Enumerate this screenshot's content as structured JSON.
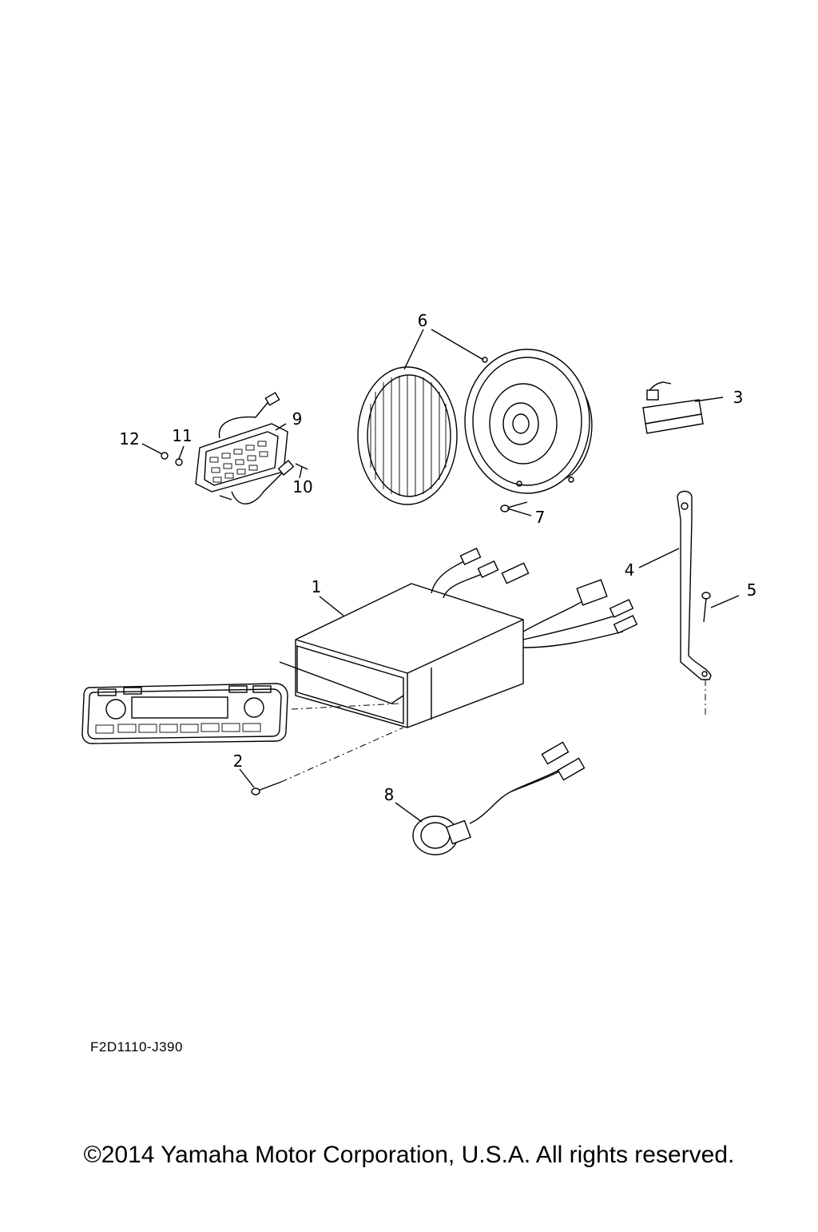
{
  "diagram": {
    "callouts": [
      {
        "id": "1",
        "label": "1"
      },
      {
        "id": "2",
        "label": "2"
      },
      {
        "id": "3",
        "label": "3"
      },
      {
        "id": "4",
        "label": "4"
      },
      {
        "id": "5",
        "label": "5"
      },
      {
        "id": "6",
        "label": "6"
      },
      {
        "id": "7",
        "label": "7"
      },
      {
        "id": "8",
        "label": "8"
      },
      {
        "id": "9",
        "label": "9"
      },
      {
        "id": "10",
        "label": "10"
      },
      {
        "id": "11",
        "label": "11"
      },
      {
        "id": "12",
        "label": "12"
      }
    ],
    "diagram_code": "F2D1110-J390",
    "copyright": "©2014 Yamaha Motor Corporation, U.S.A. All rights reserved."
  }
}
